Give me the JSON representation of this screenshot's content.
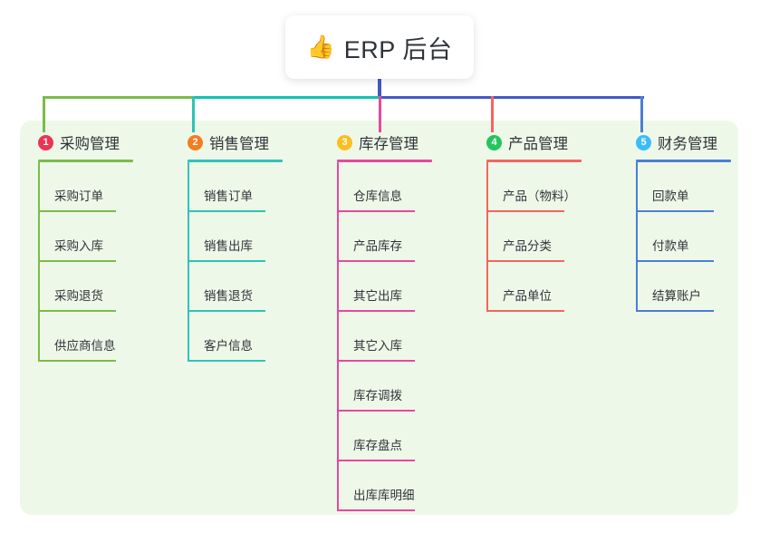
{
  "root": {
    "icon": "thumbs-up-icon",
    "emoji": "👍",
    "title": "ERP 后台"
  },
  "theme": {
    "panel_bg": "#eef8e9",
    "page_bg": "#ffffff",
    "text": "#303439",
    "root_stem": "#4457c8"
  },
  "connectors": {
    "bar_left_color": "#7cbb4a",
    "bar_mid_color": "#13c2b2",
    "bar_right_color": "#4457c8"
  },
  "columns": [
    {
      "number": "1",
      "title": "采购管理",
      "badge_color": "#ec3453",
      "line_color": "#7cbb4a",
      "items": [
        {
          "label": "采购订单"
        },
        {
          "label": "采购入库"
        },
        {
          "label": "采购退货"
        },
        {
          "label": "供应商信息"
        }
      ]
    },
    {
      "number": "2",
      "title": "销售管理",
      "badge_color": "#f57c20",
      "line_color": "#2ec4b6",
      "items": [
        {
          "label": "销售订单"
        },
        {
          "label": "销售出库"
        },
        {
          "label": "销售退货"
        },
        {
          "label": "客户信息"
        }
      ]
    },
    {
      "number": "3",
      "title": "库存管理",
      "badge_color": "#fbbf24",
      "line_color": "#e8489b",
      "items": [
        {
          "label": "仓库信息"
        },
        {
          "label": "产品库存"
        },
        {
          "label": "其它出库"
        },
        {
          "label": "其它入库"
        },
        {
          "label": "库存调拨"
        },
        {
          "label": "库存盘点"
        },
        {
          "label": "出库库明细"
        }
      ]
    },
    {
      "number": "4",
      "title": "产品管理",
      "badge_color": "#22c55e",
      "line_color": "#f4655e",
      "items": [
        {
          "label": "产品（物料）"
        },
        {
          "label": "产品分类"
        },
        {
          "label": "产品单位"
        }
      ]
    },
    {
      "number": "5",
      "title": "财务管理",
      "badge_color": "#38bdf8",
      "line_color": "#4a7fd4",
      "items": [
        {
          "label": "回款单"
        },
        {
          "label": "付款单"
        },
        {
          "label": "结算账户"
        }
      ]
    }
  ]
}
